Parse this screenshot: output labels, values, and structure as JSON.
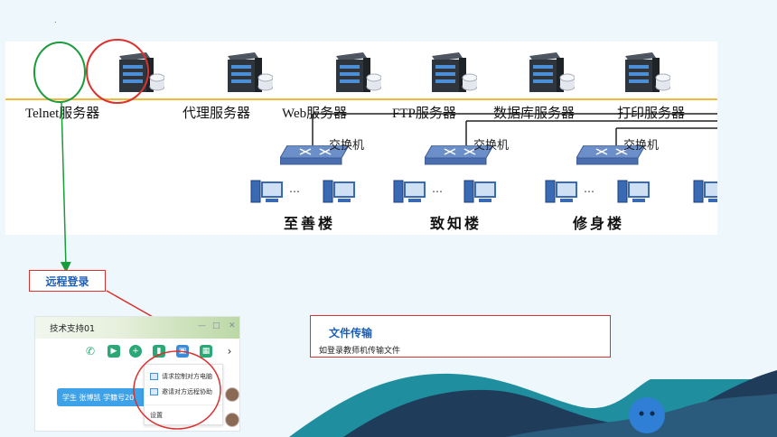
{
  "page_marker": ".",
  "diagram": {
    "servers": [
      {
        "label": "Telnet服务器",
        "icon": "server-icon"
      },
      {
        "label": "代理服务器",
        "icon": "server-icon"
      },
      {
        "label": "Web服务器",
        "icon": "web-server-icon"
      },
      {
        "label": "FTP服务器",
        "icon": "ftp-server-icon"
      },
      {
        "label": "数据库服务器",
        "icon": "database-server-icon"
      },
      {
        "label": "打印服务器",
        "icon": "print-server-icon"
      }
    ],
    "switches": [
      "交换机",
      "交换机",
      "交换机"
    ],
    "buildings": [
      "至善楼",
      "致知楼",
      "修身楼"
    ],
    "ellipsis": "…"
  },
  "remote_login": {
    "label": "远程登录"
  },
  "chat_window": {
    "title": "技术支持01",
    "student_message": "学生 张博凯   学籍号20",
    "menu": {
      "items": [
        "请求控制对方电脑",
        "邀请对方远程协助"
      ],
      "settings": "设置"
    },
    "controls": {
      "minimize": "—",
      "maximize": "□",
      "close": "✕"
    },
    "toolbar_icons": [
      "phone-icon",
      "video-icon",
      "add-icon",
      "chart-icon",
      "remote-desktop-icon",
      "apps-icon",
      "more-icon"
    ]
  },
  "file_transfer": {
    "title": "文件传输",
    "description": "如登录教师机传输文件"
  },
  "colors": {
    "accent_blue": "#1d5fb4",
    "annotation_red": "#d9322f",
    "annotation_green": "#1a9b3c",
    "server_bus": "#f3b93b",
    "wave_dark": "#1f3d5a",
    "wave_teal": "#1f8fa0"
  }
}
